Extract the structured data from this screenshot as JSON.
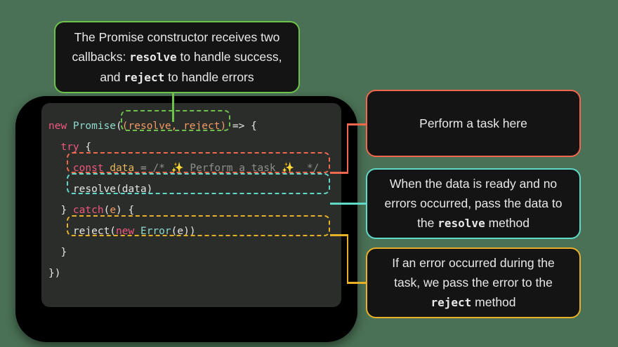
{
  "background_color": "#4a7055",
  "device": {
    "frame_color": "#000000",
    "screen_color": "#2b2d2b"
  },
  "palette": {
    "green": "#6cc24a",
    "red": "#f2684f",
    "teal": "#5fd9c8",
    "yellow": "#e8b027",
    "keyword": "#f2577f",
    "class": "#8fdacb",
    "param": "#f59b63",
    "variable": "#e8b75a",
    "comment": "#8b918b",
    "text": "#e6e6e6",
    "box_bg": "#141414"
  },
  "code": {
    "language": "javascript",
    "lines": [
      {
        "id": "line-1",
        "tokens": [
          {
            "text": "new ",
            "kind": "keyword"
          },
          {
            "text": "Promise",
            "kind": "class"
          },
          {
            "text": "(",
            "kind": "plain"
          },
          {
            "text": "(",
            "kind": "param"
          },
          {
            "text": "resolve",
            "kind": "param"
          },
          {
            "text": ", ",
            "kind": "param"
          },
          {
            "text": "reject",
            "kind": "param"
          },
          {
            "text": ")",
            "kind": "param"
          },
          {
            "text": " => {",
            "kind": "plain"
          }
        ],
        "plain": "new Promise((resolve, reject) => {"
      },
      {
        "id": "line-2",
        "tokens": [
          {
            "text": "  ",
            "kind": "plain"
          },
          {
            "text": "try",
            "kind": "keyword"
          },
          {
            "text": " {",
            "kind": "plain"
          }
        ],
        "plain": "  try {"
      },
      {
        "id": "line-3",
        "tokens": [
          {
            "text": "    ",
            "kind": "plain"
          },
          {
            "text": "const",
            "kind": "keyword"
          },
          {
            "text": " ",
            "kind": "plain"
          },
          {
            "text": "data",
            "kind": "variable"
          },
          {
            "text": " ",
            "kind": "plain"
          },
          {
            "text": "=",
            "kind": "op"
          },
          {
            "text": " ",
            "kind": "plain"
          },
          {
            "text": "/* ",
            "kind": "comment"
          },
          {
            "text": "✨",
            "kind": "sparkle"
          },
          {
            "text": " Perform a task ",
            "kind": "comment"
          },
          {
            "text": "✨",
            "kind": "sparkle"
          },
          {
            "text": "  */",
            "kind": "comment"
          }
        ],
        "plain": "    const data = /* ✨ Perform a task ✨  */"
      },
      {
        "id": "line-4",
        "tokens": [
          {
            "text": "    resolve(data)",
            "kind": "plain"
          }
        ],
        "plain": "    resolve(data)"
      },
      {
        "id": "line-5",
        "tokens": [
          {
            "text": "  } ",
            "kind": "plain"
          },
          {
            "text": "catch",
            "kind": "keyword"
          },
          {
            "text": "(",
            "kind": "plain"
          },
          {
            "text": "e",
            "kind": "param"
          },
          {
            "text": ") {",
            "kind": "plain"
          }
        ],
        "plain": "  } catch(e) {"
      },
      {
        "id": "line-6",
        "tokens": [
          {
            "text": "    reject(",
            "kind": "plain"
          },
          {
            "text": "new",
            "kind": "keyword"
          },
          {
            "text": " ",
            "kind": "plain"
          },
          {
            "text": "Error",
            "kind": "class"
          },
          {
            "text": "(e))",
            "kind": "plain"
          }
        ],
        "plain": "    reject(new Error(e))"
      },
      {
        "id": "line-7",
        "tokens": [
          {
            "text": "  }",
            "kind": "plain"
          }
        ],
        "plain": "  }"
      },
      {
        "id": "line-8",
        "tokens": [
          {
            "text": "})",
            "kind": "plain"
          }
        ],
        "plain": "})"
      }
    ]
  },
  "highlights": [
    {
      "id": "hl-callback-params",
      "color": "#6cc24a",
      "target_line": "line-1",
      "label": "callback-params-highlight"
    },
    {
      "id": "hl-const-data",
      "color": "#f2684f",
      "target_line": "line-3",
      "label": "const-data-highlight"
    },
    {
      "id": "hl-resolve-call",
      "color": "#5fd9c8",
      "target_line": "line-4",
      "label": "resolve-call-highlight"
    },
    {
      "id": "hl-reject-call",
      "color": "#e8b027",
      "target_line": "line-6",
      "label": "reject-call-highlight"
    }
  ],
  "callouts": {
    "top": {
      "id": "callout-constructor",
      "border_color": "#6cc24a",
      "segments": [
        {
          "text": "The Promise constructor receives two callbacks: ",
          "bold": false
        },
        {
          "text": "resolve",
          "bold": true
        },
        {
          "text": " to handle success, and ",
          "bold": false
        },
        {
          "text": "reject",
          "bold": true
        },
        {
          "text": " to handle errors",
          "bold": false
        }
      ],
      "plain": "The Promise constructor receives two callbacks: resolve to handle success, and reject to handle errors"
    },
    "task": {
      "id": "callout-perform-task",
      "border_color": "#f2684f",
      "segments": [
        {
          "text": "Perform a task here",
          "bold": false
        }
      ],
      "plain": "Perform a task here"
    },
    "resolve": {
      "id": "callout-resolve",
      "border_color": "#5fd9c8",
      "segments": [
        {
          "text": "When the data is ready and no errors occurred, pass the data to the ",
          "bold": false
        },
        {
          "text": "resolve",
          "bold": true
        },
        {
          "text": " method",
          "bold": false
        }
      ],
      "plain": "When the data is ready and no errors occurred, pass the data to the resolve method"
    },
    "reject": {
      "id": "callout-reject",
      "border_color": "#e8b027",
      "segments": [
        {
          "text": "If an error occurred during the task, we pass the error to the ",
          "bold": false
        },
        {
          "text": "reject",
          "bold": true
        },
        {
          "text": " method",
          "bold": false
        }
      ],
      "plain": "If an error occurred during the task, we pass the error to the reject method"
    }
  }
}
